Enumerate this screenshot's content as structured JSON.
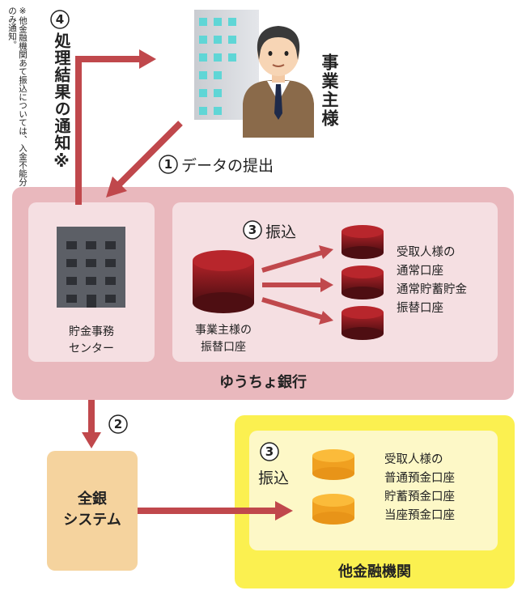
{
  "employer": {
    "label": "事業主様"
  },
  "steps": {
    "step1": {
      "num": "1",
      "label": "データの提出"
    },
    "step2": {
      "num": "2"
    },
    "step3_bank": {
      "num": "3",
      "label": "振込"
    },
    "step3_other": {
      "num": "3",
      "label": "振込"
    },
    "step4": {
      "num": "4",
      "label": "処理結果の通知※"
    }
  },
  "note": "※他金融機関あて振込については、入金不能分のみ通知。",
  "yucho": {
    "title": "ゆうちょ銀行",
    "center": {
      "line1": "貯金事務",
      "line2": "センター"
    },
    "source_account": {
      "line1": "事業主様の",
      "line2": "振替口座"
    },
    "recipients": [
      "受取人様の",
      "通常口座",
      "通常貯蓄貯金",
      "振替口座"
    ]
  },
  "zengin": {
    "line1": "全銀",
    "line2": "システム"
  },
  "other_bank": {
    "title": "他金融機関",
    "recipients": [
      "受取人様の",
      "普通預金口座",
      "貯蓄預金口座",
      "当座預金口座"
    ]
  },
  "colors": {
    "arrow": "#c0484c",
    "yucho_panel": "#e9b8bd",
    "yucho_inner": "#f5dfe2",
    "zengin_box": "#f5d39e",
    "other_panel": "#fbf050",
    "other_inner": "#fdf8c7",
    "cylinder_red": "#9c1f24",
    "cylinder_orange": "#f0a020"
  }
}
